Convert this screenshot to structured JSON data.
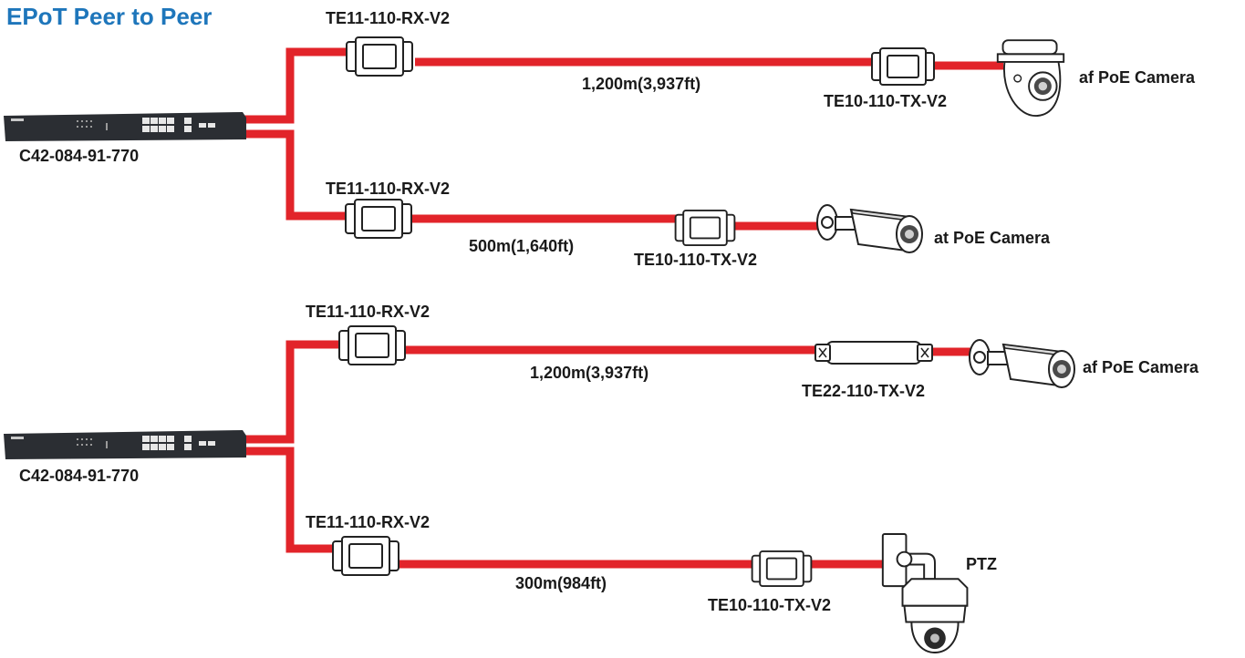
{
  "title": "EPoT Peer to Peer",
  "colors": {
    "cable": "#e2242a",
    "title": "#1e76bb",
    "switch": "#2b2e33"
  },
  "groups": [
    {
      "switch": {
        "label": "C42-084-91-770",
        "icon": "poe-switch-icon"
      },
      "links": [
        {
          "receiver": "TE11-110-RX-V2",
          "distance": "1,200m(3,937ft)",
          "transmitter": "TE10-110-TX-V2",
          "camera": "af PoE Camera",
          "camera_icon": "dome-camera-icon"
        },
        {
          "receiver": "TE11-110-RX-V2",
          "distance": "500m(1,640ft)",
          "transmitter": "TE10-110-TX-V2",
          "camera": "at PoE Camera",
          "camera_icon": "bullet-camera-icon"
        }
      ]
    },
    {
      "switch": {
        "label": "C42-084-91-770",
        "icon": "poe-switch-icon"
      },
      "links": [
        {
          "receiver": "TE11-110-RX-V2",
          "distance": "1,200m(3,937ft)",
          "transmitter": "TE22-110-TX-V2",
          "camera": "af PoE Camera",
          "camera_icon": "bullet-camera-icon"
        },
        {
          "receiver": "TE11-110-RX-V2",
          "distance": "300m(984ft)",
          "transmitter": "TE10-110-TX-V2",
          "camera": "PTZ",
          "camera_icon": "ptz-camera-icon"
        }
      ]
    }
  ]
}
